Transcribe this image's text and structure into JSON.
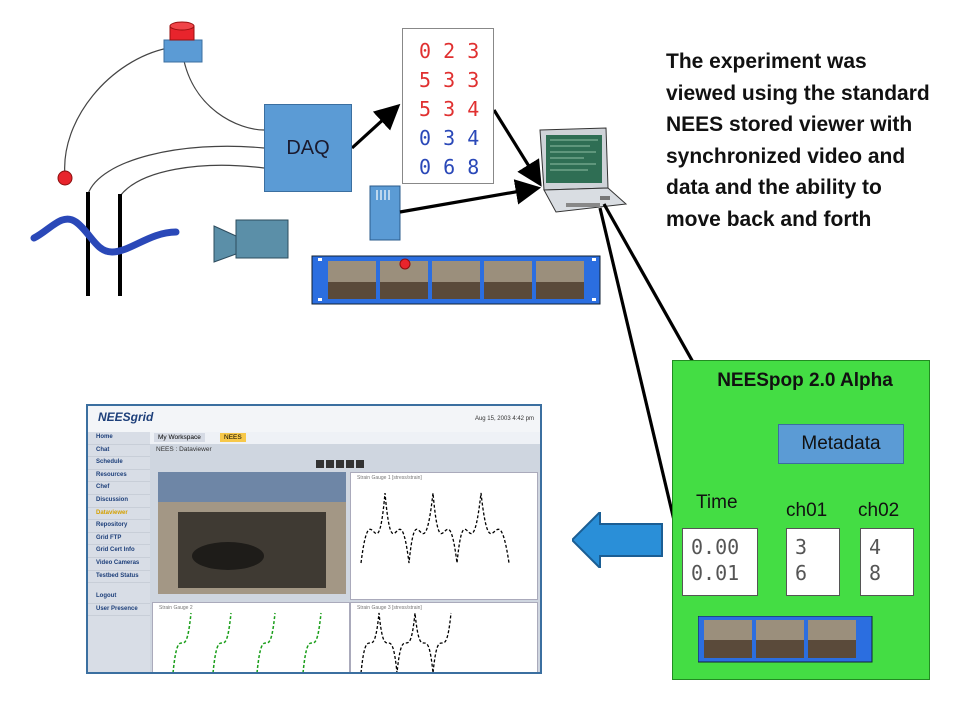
{
  "daq_label": "DAQ",
  "data_rows": [
    {
      "a": "0",
      "b": "2",
      "c": "3"
    },
    {
      "a": "5",
      "b": "3",
      "c": "3"
    },
    {
      "a": "5",
      "b": "3",
      "c": "4"
    },
    {
      "a": "0",
      "b": "3",
      "c": "4"
    },
    {
      "a": "0",
      "b": "6",
      "c": "8"
    }
  ],
  "description": "The experiment was viewed using the standard NEES stored viewer with synchronized video and data and the ability to move back and forth",
  "panel": {
    "title": "NEESpop 2.0 Alpha",
    "metadata_label": "Metadata",
    "columns": {
      "time": {
        "label": "Time",
        "values": [
          "0.00",
          "0.01"
        ]
      },
      "ch01": {
        "label": "ch01",
        "values": [
          "3",
          "6"
        ]
      },
      "ch02": {
        "label": "ch02",
        "values": [
          "4",
          "8"
        ]
      }
    }
  },
  "viewer": {
    "logo": "NEESgrid",
    "date": "Aug 15, 2003 4:42 pm",
    "tabs": [
      "My Workspace",
      "NEES"
    ],
    "subtitle": "NEES : Dataviewer",
    "nav_items": [
      "Home",
      "Chat",
      "Schedule",
      "Resources",
      "Chef",
      "Discussion",
      "Dataviewer",
      "Repository",
      "Grid FTP",
      "Grid Cert Info",
      "Video Cameras",
      "Testbed Status",
      "Logout",
      "User Presence"
    ],
    "plot_titles": [
      "Strain Gauge 1 [stress/strain]",
      "Strain Gauge 2",
      "Strain Gauge 3 [stress/strain]"
    ]
  },
  "colors": {
    "red_digits": "#e03030",
    "blue_digits": "#2a48b8",
    "panel_green": "#44dd44",
    "box_blue": "#5b9bd5",
    "arrow_black": "#000000"
  }
}
